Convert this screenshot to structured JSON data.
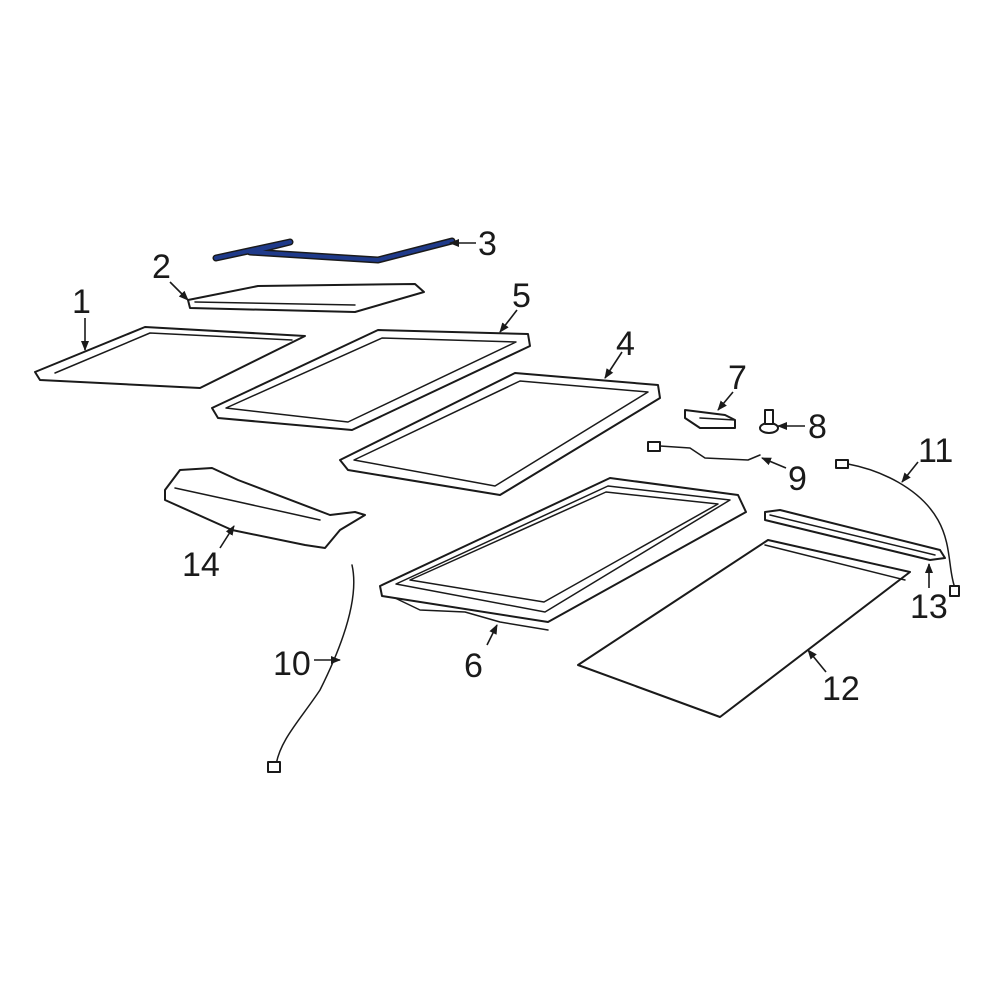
{
  "diagram": {
    "highlight_color": "#1f3a8a",
    "line_color": "#1a1a1a",
    "background": "#ffffff",
    "callouts": [
      "1",
      "2",
      "3",
      "4",
      "5",
      "6",
      "7",
      "8",
      "9",
      "10",
      "11",
      "12",
      "13",
      "14"
    ],
    "highlighted_callout": "3"
  }
}
